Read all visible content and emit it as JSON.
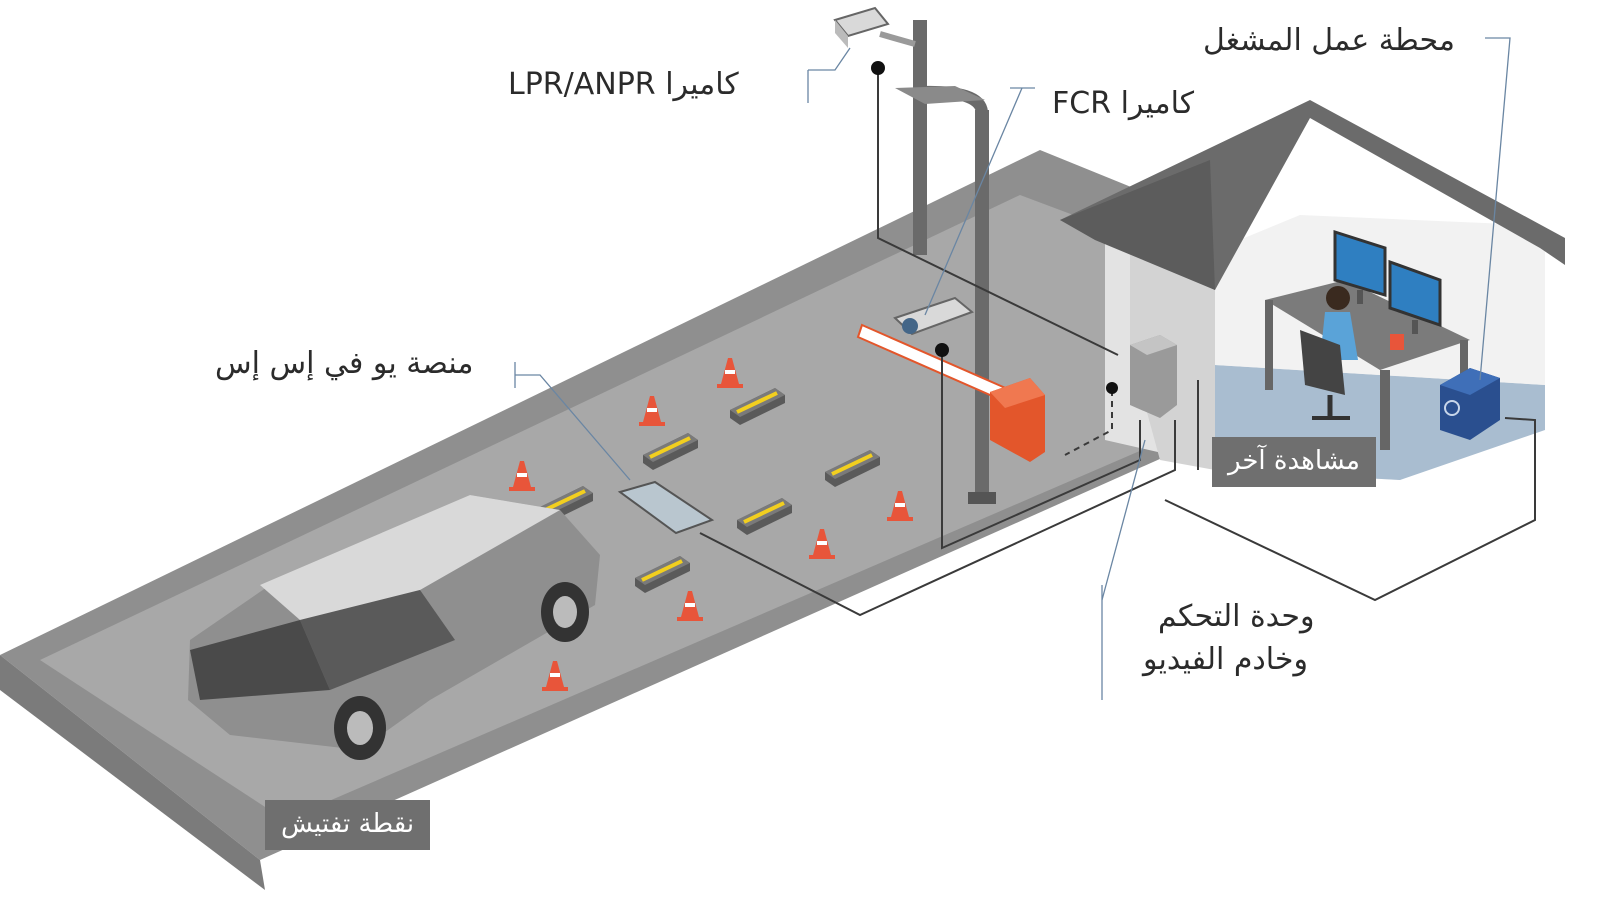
{
  "labels": {
    "lpr_camera": "كاميرا LPR/ANPR",
    "fcr_camera": "كاميرا FCR",
    "operator_station": "محطة عمل المشغل",
    "uvss_platform": "منصة يو في إس إس",
    "control_unit_line1": "وحدة التحكم",
    "control_unit_line2": "وخادم الفيديو",
    "other_view": "مشاهدة آخر",
    "checkpoint": "نقطة تفتيش"
  },
  "icons": [
    "lpr-camera-icon",
    "fcr-camera-icon",
    "street-lamp-icon",
    "barrier-gate-icon",
    "traffic-cone-icon",
    "speed-bump-icon",
    "uvss-plate-icon",
    "car-icon",
    "guard-booth-icon",
    "monitor-icon",
    "operator-icon",
    "server-rack-icon",
    "computer-tower-icon"
  ],
  "colors": {
    "road": "#a8a8a8",
    "roadDark": "#8f8f8f",
    "roof": "#6b6b6b",
    "booth": "#e6e6e6",
    "floor": "#a9bdd0",
    "cone": "#e8553a",
    "barrier": "#e3562b",
    "bumpStripe": "#f2cf1f",
    "tag": "#6f6f6f",
    "line": "#4a4a4a",
    "leader": "#4f6f8e"
  }
}
